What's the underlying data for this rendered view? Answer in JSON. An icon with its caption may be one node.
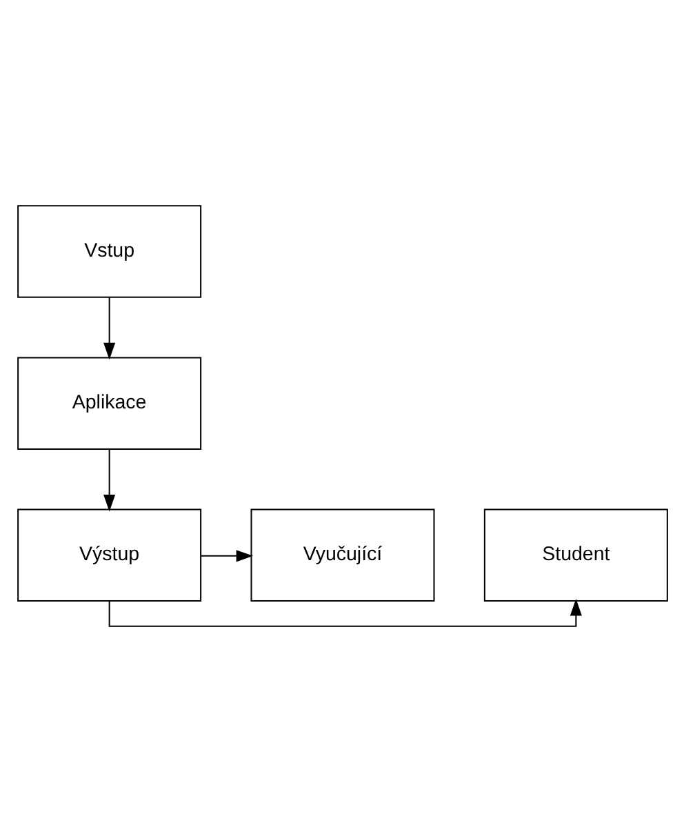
{
  "diagram": {
    "nodes": [
      {
        "text": [
          "Vstup"
        ]
      },
      {
        "text": [
          "Aplikace"
        ]
      },
      {
        "text": [
          "Výstup"
        ]
      },
      {
        "text": [
          "Student"
        ]
      },
      {
        "text": [
          "Vyučující"
        ]
      }
    ],
    "edges": [
      {
        "from": 0,
        "to": 1,
        "arrow": "to"
      },
      {
        "from": 1,
        "to": 2,
        "arrow": "to"
      },
      {
        "from": 2,
        "to": 3,
        "arrow": "to"
      },
      {
        "from": 2,
        "to": 4,
        "arrow": "to"
      }
    ]
  }
}
